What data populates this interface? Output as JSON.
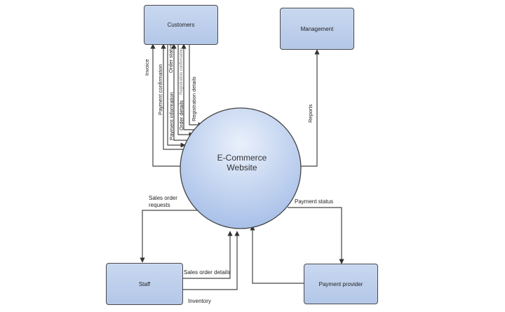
{
  "entities": {
    "customers": "Customers",
    "management": "Management",
    "staff": "Staff",
    "payment_provider": "Payment provider"
  },
  "process": {
    "line1": "E-Commerce",
    "line2": "Website"
  },
  "flows": {
    "invoice": "Invoice",
    "payment_confirmation": "Payment confirmation",
    "order_status": "Order status",
    "payment_information": "Payment information",
    "order_details": "Order details",
    "registration_confirmation": "Registration confirmation",
    "registration_details": "Registration details",
    "reports": "Reports",
    "sales_order_requests_1": "Sales order",
    "sales_order_requests_2": "requests",
    "payment_status": "Payment status",
    "sales_order_details": "Sales order details",
    "inventory": "Inventory"
  }
}
